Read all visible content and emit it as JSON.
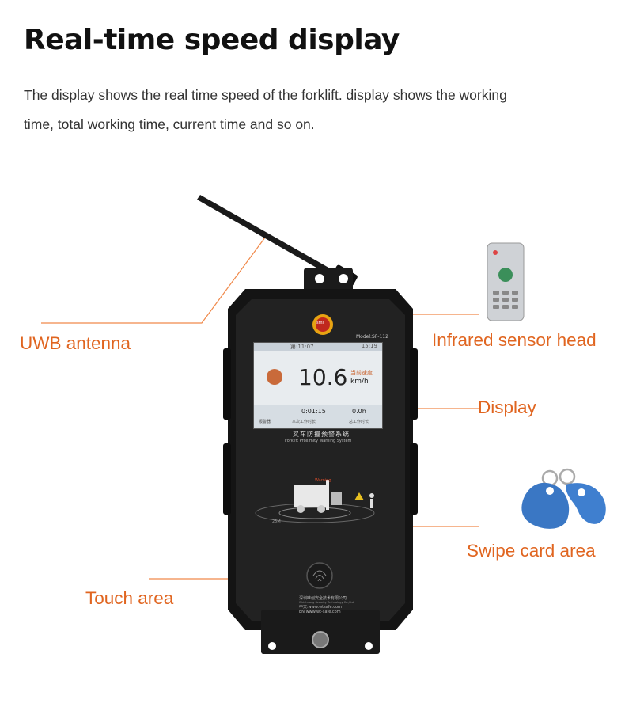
{
  "heading": "Real-time speed display",
  "description": "The display shows the real time speed of the forklift. display shows the working time, total working time, current time and so on.",
  "callouts": {
    "antenna": "UWB antenna",
    "infrared": "Infrared sensor head",
    "display": "Display",
    "swipe": "Swipe card area",
    "touch": "Touch area"
  },
  "device": {
    "logo_text": "sms",
    "model": "Model:SF-112",
    "screen": {
      "date": "第:11:07",
      "clock": "15:19",
      "speed_value": "10.6",
      "speed_unit": "km/h",
      "speed_label": "当前速度",
      "current_work_time": "0:01:15",
      "current_work_label": "本次工作时长",
      "total_work_time": "0.0h",
      "total_work_label": "总工作时长",
      "alarm_label": "报警器"
    },
    "system_name_cn": "叉车防撞预警系统",
    "system_name_en": "Forklift Proximity Warning System",
    "warning_label": "Warning...",
    "range_label": "25M",
    "company_cn": "深圳唯创安全技术有限公司",
    "company_en": "Weichuang Security Technology Co.,Ltd",
    "website_cn": "中文:www.wtsafe.com",
    "website_en": "EN:www.wt-safe.com"
  },
  "colors": {
    "accent": "#e06520",
    "callout_line": "#f0894a",
    "device_body": "#1c1c1c",
    "screen_bg": "#e8ecef",
    "rfid_tag": "#3f7fcf",
    "remote_body": "#cfd2d6"
  }
}
